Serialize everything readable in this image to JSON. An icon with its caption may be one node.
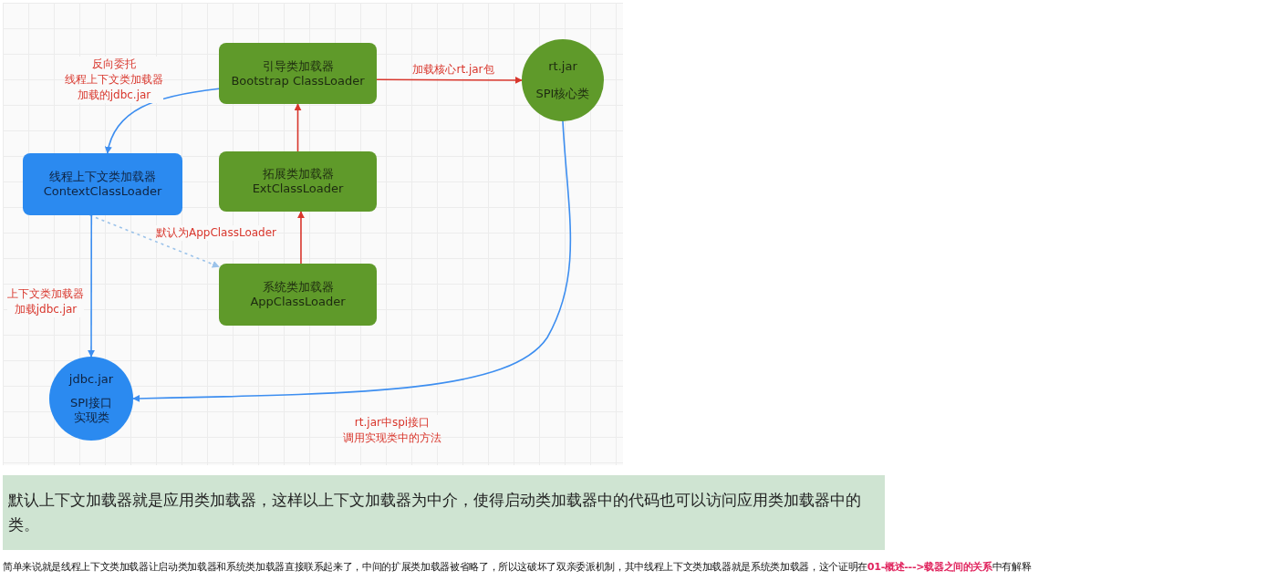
{
  "diagram": {
    "nodes": [
      {
        "text": [
          "引导类加载器",
          "Bootstrap ClassLoader"
        ]
      },
      {
        "text": [
          "rt.jar",
          "SPI核心类"
        ]
      },
      {
        "text": [
          "线程上下文类加载器",
          "ContextClassLoader"
        ]
      },
      {
        "text": [
          "拓展类加载器",
          "ExtClassLoader"
        ]
      },
      {
        "text": [
          "系统类加载器",
          "AppClassLoader"
        ]
      },
      {
        "text": [
          "jdbc.jar",
          "SPI接口实现类"
        ]
      }
    ],
    "edges": [
      {
        "from": 0,
        "to": 1,
        "arrow": "to",
        "label": "加载核心rt.jar包",
        "color": "#d8362c"
      },
      {
        "from": 3,
        "to": 0,
        "arrow": "to",
        "color": "#d8362c"
      },
      {
        "from": 4,
        "to": 3,
        "arrow": "to",
        "color": "#d8362c"
      },
      {
        "from": 0,
        "to": 2,
        "arrow": "to",
        "label": "反向委托线程上下文类加载器加载的jdbc.jar",
        "color": "#3d8ef0"
      },
      {
        "from": 2,
        "to": 4,
        "arrow": "to",
        "label": "默认为AppClassLoader",
        "style": "dashed",
        "color": "#9cc3ea"
      },
      {
        "from": 2,
        "to": 5,
        "arrow": "to",
        "label": "上下文类加载器加载jdbc.jar",
        "color": "#3d8ef0"
      },
      {
        "from": 1,
        "to": 5,
        "arrow": "to",
        "label": "rt.jar中spi接口调用实现类中的方法",
        "color": "#3d8ef0"
      }
    ],
    "labels": [
      "默认上下文加载器就是应用类加载器，这样以上下文加载器为中介，使得启动类加载器中的代码也可以访问应用类加载器中的类。",
      "简单来说就是线程上下文类加载器让启动类加载器和系统类加载器直接联系起来了，中间的扩展类加载器被省略了，所以这破坏了双亲委派机制，其中线程上下文类加载器就是系统类加载器，这个证明在**01-概述--->载器之间的关系**中有解释"
    ]
  }
}
